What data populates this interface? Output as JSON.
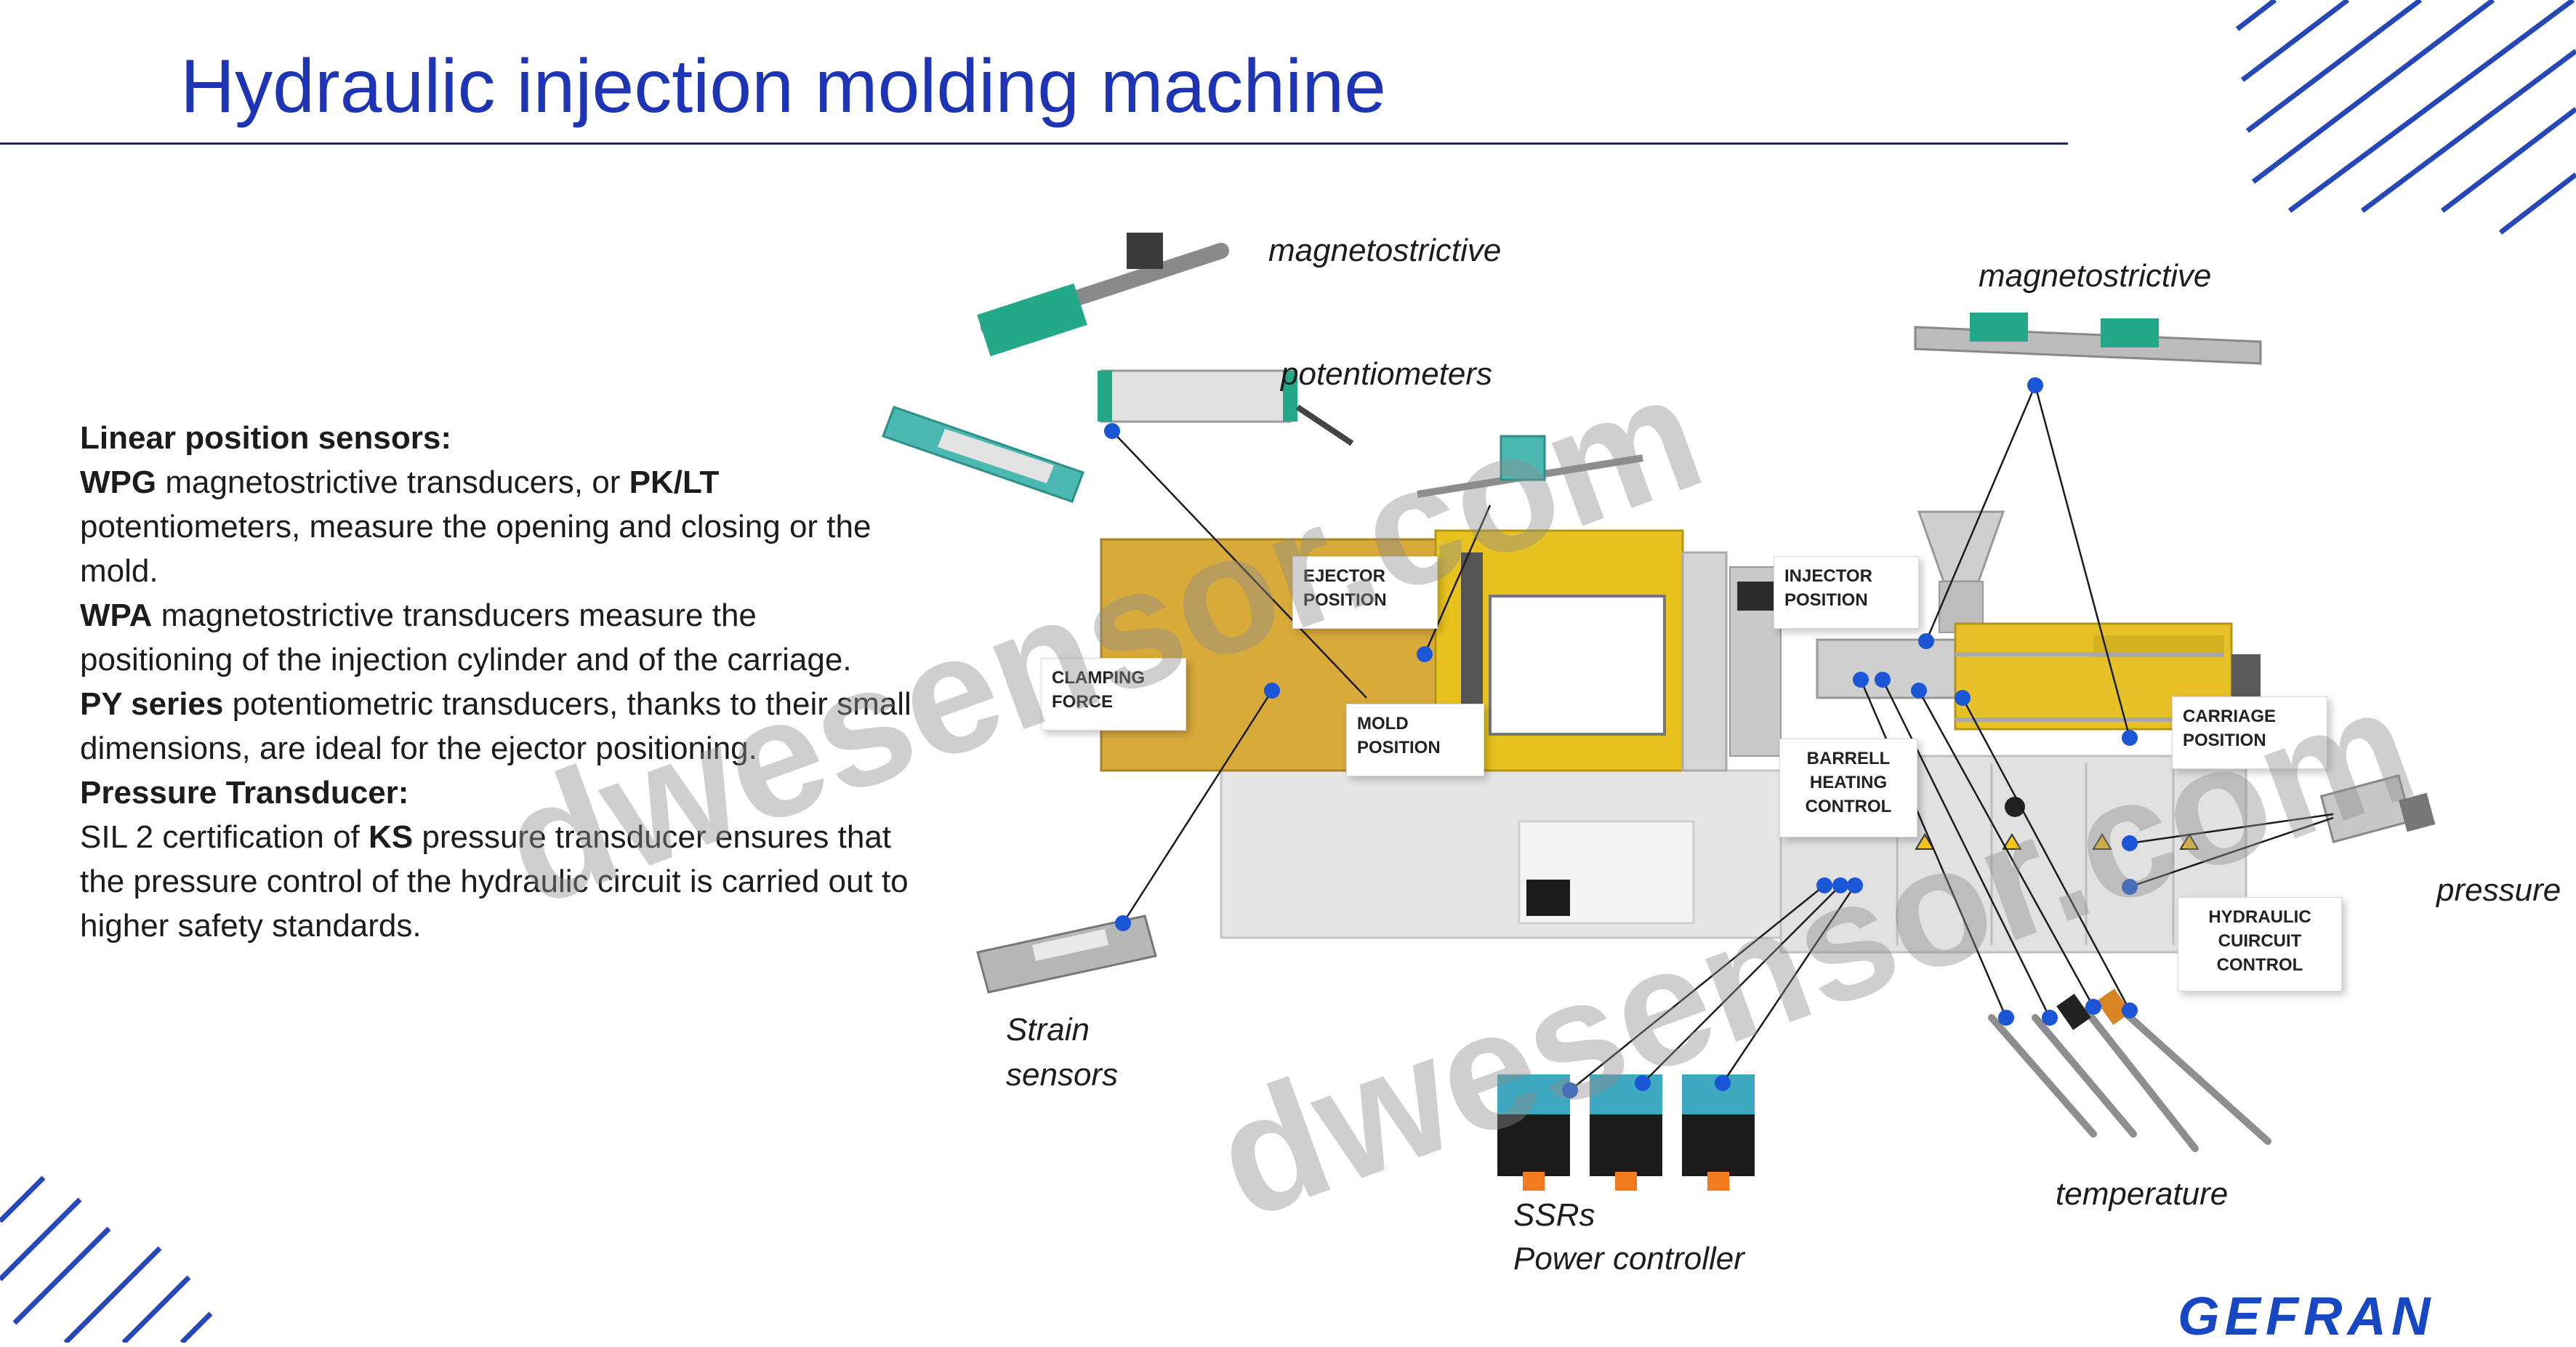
{
  "title": "Hydraulic injection molding machine",
  "description": {
    "heading_linear": "Linear position sensors:",
    "wpg_name": "WPG",
    "wpg_text_a": " magnetostrictive transducers, or ",
    "pklt_name": "PK/LT",
    "wpg_text_b": " potentiometers, measure the opening and closing or the mold.",
    "wpa_name": "WPA",
    "wpa_text": " magnetostrictive transducers measure the positioning of the injection cylinder and of the carriage.",
    "py_name": "PY series",
    "py_text": " potentiometric transducers, thanks to their small dimensions, are ideal for the ejector positioning.",
    "heading_pressure": "Pressure Transducer:",
    "sil_text_a": "SIL 2 certification of ",
    "ks_name": "KS",
    "sil_text_b": " pressure transducer ensures that the pressure control of the hydraulic circuit is carried out to higher safety standards."
  },
  "captions": {
    "magnetostrictive_left": "magnetostrictive",
    "potentiometers": "potentiometers",
    "magnetostrictive_right": "magnetostrictive",
    "pressure": "pressure",
    "strain_line1": "Strain",
    "strain_line2": "sensors",
    "temperature": "temperature",
    "ssr_line1": "SSRs",
    "ssr_line2": "Power controller"
  },
  "labels": {
    "ejector_1": "EJECTOR",
    "ejector_2": "POSITION",
    "injector_1": "INJECTOR",
    "injector_2": "POSITION",
    "clamping_1": "CLAMPING",
    "clamping_2": "FORCE",
    "mold_1": "MOLD",
    "mold_2": "POSITION",
    "carriage_1": "CARRIAGE",
    "carriage_2": "POSITION",
    "barrell_1": "BARRELL",
    "barrell_2": "HEATING",
    "barrell_3": "CONTROL",
    "hydraulic_1": "HYDRAULIC",
    "hydraulic_2": "CUIRCUIT",
    "hydraulic_3": "CONTROL"
  },
  "brand": "GEFRAN",
  "watermark": "dwesensor.com",
  "colors": {
    "title": "#1d35b5",
    "brand": "#1747c2",
    "machine_yellow": "#e4b72d",
    "sensor_green": "#23a889",
    "connector_dot": "#1a56d6"
  }
}
